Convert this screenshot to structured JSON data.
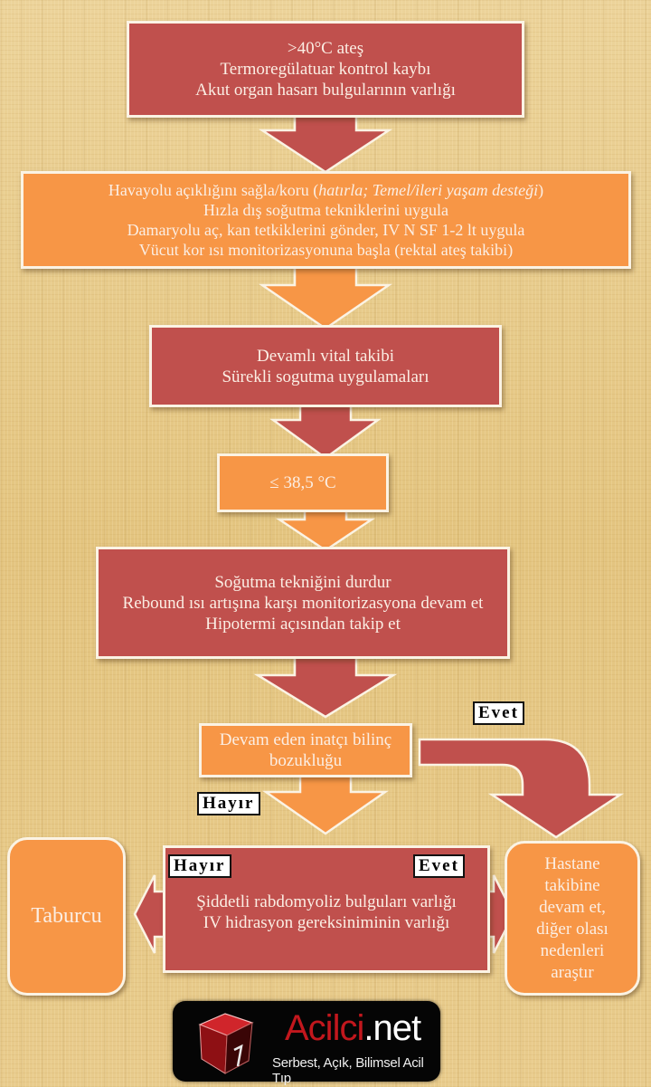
{
  "colors": {
    "red_box": "#c0504d",
    "orange_box": "#f79646",
    "box_text": "#fbeee4",
    "background": "#e6c98a",
    "logo_red": "#c2171d"
  },
  "flowchart": {
    "step1": {
      "lines": [
        ">40°C ateş",
        "Termoregülatuar kontrol kaybı",
        "Akut organ hasarı bulgularının varlığı"
      ]
    },
    "step2": {
      "line1_prefix": "Havayolu açıklığını sağla/koru (",
      "line1_italic": "hatırla; Temel/ileri yaşam desteği",
      "line1_suffix": ")",
      "lines": [
        "Hızla dış soğutma tekniklerini uygula",
        "Damaryolu aç, kan tetkiklerini gönder, IV N SF 1-2 lt uygula",
        "Vücut kor ısı monitorizasyonuna başla (rektal ateş takibi)"
      ]
    },
    "step3": {
      "lines": [
        "Devamlı vital takibi",
        "Sürekli sogutma uygulamaları"
      ]
    },
    "step4": {
      "lines": [
        "≤ 38,5 °C"
      ]
    },
    "step5": {
      "lines": [
        "Soğutma tekniğini durdur",
        "Rebound ısı artışına karşı monitorizasyona devam et",
        "Hipotermi açısından takip et"
      ]
    },
    "decision1": {
      "lines": [
        "Devam eden inatçı bilinç",
        "bozukluğu"
      ],
      "yes_label": "Evet",
      "no_label": "Hayır"
    },
    "decision2": {
      "lines": [
        "Şiddetli rabdomyoliz bulguları varlığı",
        "IV hidrasyon gereksiniminin varlığı"
      ],
      "yes_label": "Evet",
      "no_label": "Hayır"
    },
    "outcome_discharge": {
      "lines": [
        "Taburcu"
      ]
    },
    "outcome_hospital": {
      "lines": [
        "Hastane",
        "takibine",
        "devam et,",
        "diğer olası",
        "nedenleri",
        "araştır"
      ]
    }
  },
  "logo": {
    "name_part1": "Acilci",
    "name_part2": ".net",
    "tagline": "Serbest, Açık, Bilimsel Acil Tıp",
    "icon": "red-cube-icon"
  }
}
